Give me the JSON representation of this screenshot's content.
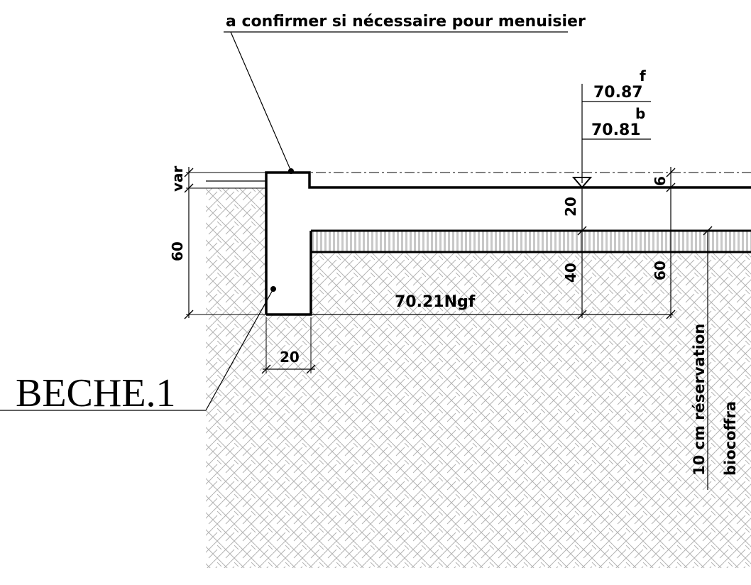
{
  "annotations": {
    "top_note": "a confirmer si nécessaire pour menuisier",
    "level_top": "70.87",
    "level_top_sup": "f",
    "level_bottom": "70.81",
    "level_bottom_sup": "b",
    "ground_level": "70.21Ngf",
    "beche_label": "BECHE.1",
    "reservation_line1": "10 cm réservation",
    "reservation_line2": "biocoffra"
  },
  "dimensions": {
    "var": "var",
    "d60_left": "60",
    "d20_bottom": "20",
    "d20_slab": "20",
    "d40": "40",
    "d60_right": "60",
    "d6": "6"
  },
  "colors": {
    "line": "#000000",
    "hatch": "#b3b3b3",
    "insulation": "#c8c8c8"
  }
}
